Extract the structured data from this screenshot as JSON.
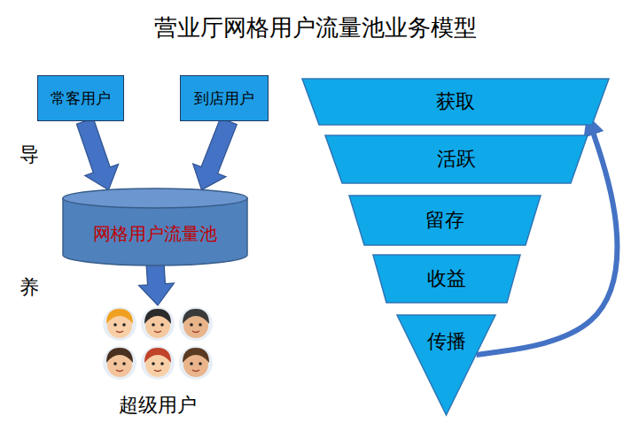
{
  "diagram": {
    "title": "营业厅网格用户流量池业务模型",
    "nodes": [
      {
        "text": [
          "常客用户"
        ]
      },
      {
        "text": [
          "到店用户"
        ]
      },
      {
        "text": [
          "网格用户流量池"
        ]
      },
      {
        "text": [
          "超级用户"
        ]
      },
      {
        "text": [
          "获取"
        ]
      },
      {
        "text": [
          "活跃"
        ]
      },
      {
        "text": [
          "留存"
        ]
      },
      {
        "text": [
          "收益"
        ]
      },
      {
        "text": [
          "传播"
        ]
      }
    ],
    "edges": [
      {
        "from": 0,
        "to": 2,
        "arrow": "to"
      },
      {
        "from": 1,
        "to": 2,
        "arrow": "to"
      },
      {
        "from": 2,
        "to": 3,
        "arrow": "to"
      },
      {
        "from": 8,
        "to": 4,
        "arrow": "to"
      }
    ],
    "labels": [
      "导",
      "养"
    ]
  }
}
